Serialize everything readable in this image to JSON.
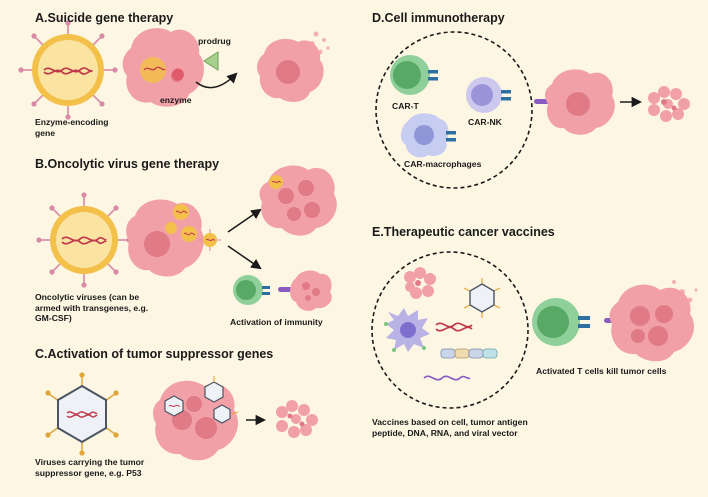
{
  "sections": {
    "a": {
      "title": "A.Suicide gene therapy",
      "prodrug": "prodrug",
      "enzyme": "enzyme",
      "gene_line1": "Enzyme-encoding",
      "gene_line2": "gene"
    },
    "b": {
      "title": "B.Oncolytic virus gene therapy",
      "virus_line1": "Oncolytic viruses (can be",
      "virus_line2": "armed with transgenes, e.g.",
      "virus_line3": "GM-CSF)",
      "immunity": "Activation of immunity"
    },
    "c": {
      "title": "C.Activation of tumor suppressor genes",
      "viruses_line1": "Viruses carrying the tumor",
      "viruses_line2": "suppressor gene, e.g. P53"
    },
    "d": {
      "title": "D.Cell immunotherapy",
      "car_t": "CAR-T",
      "car_nk": "CAR-NK",
      "car_macrophages": "CAR-macrophages"
    },
    "e": {
      "title": "E.Therapeutic cancer vaccines",
      "t_cells": "Activated T cells kill tumor cells",
      "vaccines_line1": "Vaccines based on cell, tumor antigen",
      "vaccines_line2": "peptide, DNA, RNA, and viral vector"
    }
  },
  "colors": {
    "background": "#fdf6e3",
    "tumor": "#f2a0a8",
    "tumor_nucleus": "#e07a85",
    "virus_capsid": "#f3c04a",
    "virus_spike": "#d88aa6",
    "dna": "#c0394b",
    "t_cell": "#8fcf9a",
    "nk_cell": "#b9b2e4",
    "receptor": "#2e6fa3",
    "antigen": "#8a5cc2"
  },
  "icons": [
    "virus-icon",
    "tumor-cell-icon",
    "enzyme-icon",
    "prodrug-icon",
    "arrow-icon",
    "car-t-cell-icon",
    "car-nk-cell-icon",
    "car-macrophage-icon",
    "dna-icon",
    "rna-icon",
    "hexagon-virus-icon",
    "dendritic-cell-icon",
    "viral-vector-icon"
  ]
}
